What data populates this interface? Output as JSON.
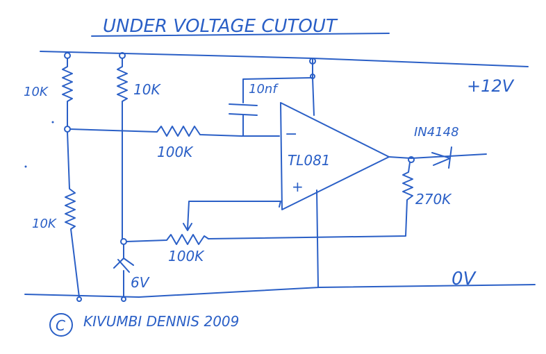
{
  "title": "UNDER VOLTAGE CUTOUT",
  "labels": {
    "supply_pos": "+12V",
    "supply_gnd": "0V",
    "r1": "10K",
    "r2": "10K",
    "r3": "10K",
    "r_in": "100K",
    "cap": "10nf",
    "opamp": "TL081",
    "minus": "−",
    "plus": "+",
    "diode": "IN4148",
    "r_fb": "270K",
    "pot": "100K",
    "zener": "6V"
  },
  "copyright": {
    "symbol": "C",
    "text": "KIVUMBI DENNIS 2009"
  },
  "colors": {
    "ink": "#2a5fc6",
    "paper": "#ffffff"
  }
}
